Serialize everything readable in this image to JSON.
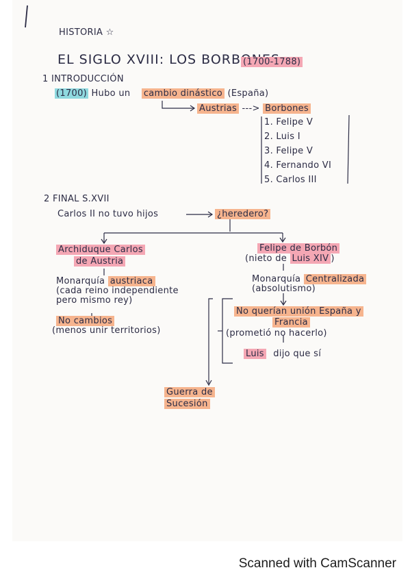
{
  "header": {
    "subject": "HISTORIA",
    "title": "EL SIGLO XVIII: LOS BORBONES",
    "dates": "(1700-1788)"
  },
  "section1": {
    "heading": "1 INTRODUCCIÓN",
    "year": "(1700)",
    "text_a": "Hubo un",
    "change": "cambio dinástico",
    "country": "(España)",
    "from": "Austrias",
    "arrow": "--->",
    "to": "Borbones",
    "kings": [
      "1. Felipe V",
      "2. Luis I",
      "3. Felipe V",
      "4. Fernando VI",
      "5. Carlos III"
    ]
  },
  "section2": {
    "heading": "2 FINAL S.XVII",
    "sentence": "Carlos II no tuvo hijos",
    "question": "¿heredero?",
    "left": {
      "name_1": "Archiduque Carlos",
      "name_2": "de Austria",
      "mon_prefix": "Monarquía",
      "mon_hl": "austriaca",
      "detail_1": "(cada reino independiente",
      "detail_2": "pero mismo rey)",
      "no_changes": "No cambios",
      "no_changes_note": "(menos unir territorios)"
    },
    "right": {
      "name": "Felipe de Borbón",
      "nieto_pre": "(nieto de",
      "nieto_hl": "Luis XIV",
      "nieto_post": ")",
      "mon_prefix": "Monarquía",
      "mon_hl": "Centralizada",
      "abs": "(absolutismo)",
      "no_union_1": "No querían unión España y",
      "no_union_2": "Francia",
      "promise": "(prometió no hacerlo)",
      "luis": "Luis",
      "said": "dijo que sí"
    },
    "result_1": "Guerra de",
    "result_2": "Sucesión"
  },
  "footer": {
    "scanner": "Scanned with CamScanner"
  }
}
